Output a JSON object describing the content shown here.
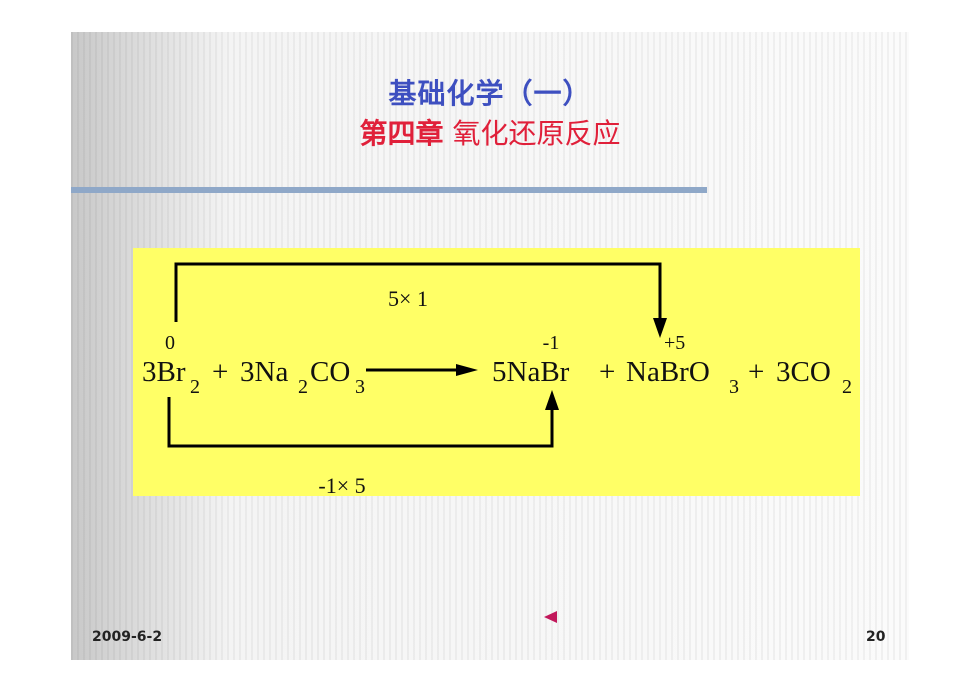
{
  "slide": {
    "title_line1": "基础化学（一）",
    "chapter_label": "第四章",
    "chapter_title": "氧化还原反应",
    "footer_date": "2009-6-2",
    "page_number": "20"
  },
  "equation": {
    "upper_factor": "5× 1",
    "lower_factor": "-1× 5",
    "ox_states": {
      "br2": "0",
      "nabr": "-1",
      "nabro3": "+5"
    },
    "terms": {
      "coef_br2": "3Br",
      "sub_br2": "2",
      "plus1": "+",
      "coef_na2co3_a": "3Na",
      "sub_na2": "2",
      "co_part": "CO",
      "sub_o3": "3",
      "coef_nabr": "5NaBr",
      "plus2": "+",
      "nabro_part": "NaBrO",
      "sub_nabro3": "3",
      "plus3": "+",
      "co2_part": "3CO",
      "sub_co2": "2"
    }
  },
  "colors": {
    "title_blue": "#3d4fc0",
    "title_red": "#e0203a",
    "highlight_yellow": "#ffff66",
    "rule_blue": "#8fa8c8",
    "nav_arrow": "#c2185b"
  },
  "icons": {
    "nav": "previous-slide-triangle"
  }
}
